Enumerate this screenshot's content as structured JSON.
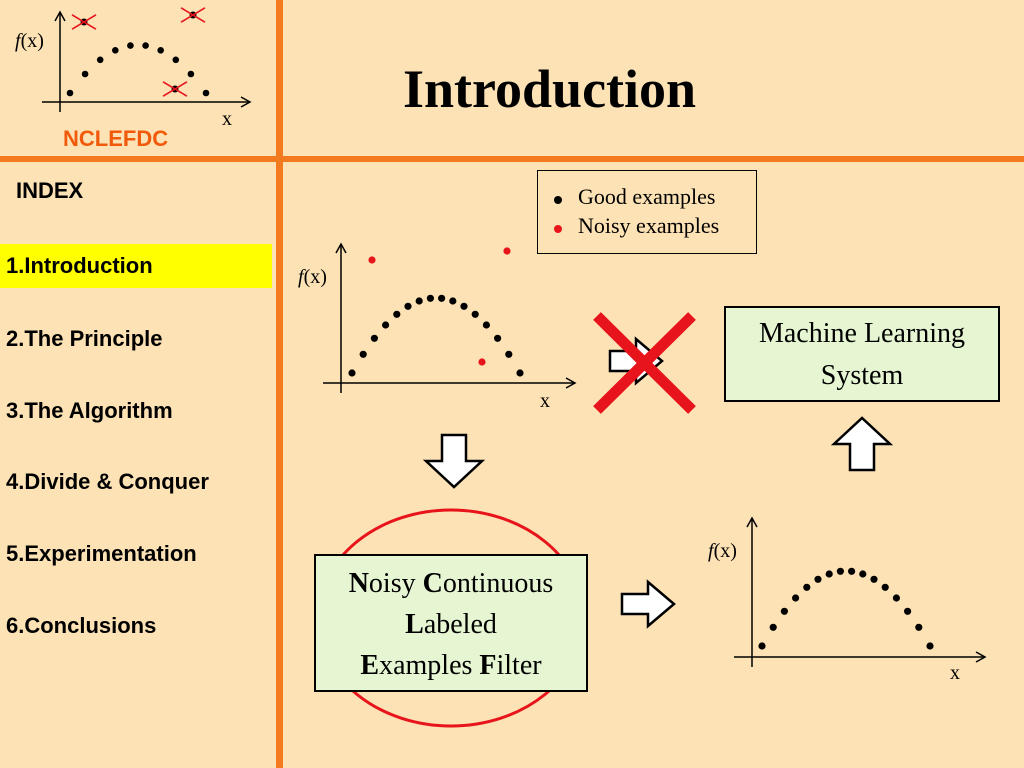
{
  "logo": {
    "text": "NCLEFDC",
    "fx_label": "(x)",
    "fx_italic": "f",
    "x_label": "x"
  },
  "title": "Introduction",
  "index": {
    "heading": "INDEX",
    "items": [
      {
        "label": "1.Introduction",
        "active": true
      },
      {
        "label": "2.The Principle",
        "active": false
      },
      {
        "label": "3.The Algorithm",
        "active": false
      },
      {
        "label": "4.Divide & Conquer",
        "active": false
      },
      {
        "label": "5.Experimentation",
        "active": false
      },
      {
        "label": "6.Conclusions",
        "active": false
      }
    ]
  },
  "legend": {
    "good": "Good examples",
    "noisy": "Noisy examples",
    "good_color": "#000000",
    "noisy_color": "#e8141c"
  },
  "diagram": {
    "fx_italic": "f",
    "fx_rest": "(x)",
    "x_label": "x",
    "ml_box": {
      "line1": "Machine Learning",
      "line2": "System"
    },
    "filter_box": {
      "line1": [
        {
          "b": "N"
        },
        {
          "t": "oisy "
        },
        {
          "b": "C"
        },
        {
          "t": "ontinuous"
        }
      ],
      "line2": [
        {
          "b": "L"
        },
        {
          "t": "abeled"
        }
      ],
      "line3": [
        {
          "b": "E"
        },
        {
          "t": "xamples "
        },
        {
          "b": "F"
        },
        {
          "t": "ilter"
        }
      ]
    },
    "accent_color": "#f47a20",
    "cross_color": "#e8141c",
    "box_fill": "#e6f6d2"
  }
}
